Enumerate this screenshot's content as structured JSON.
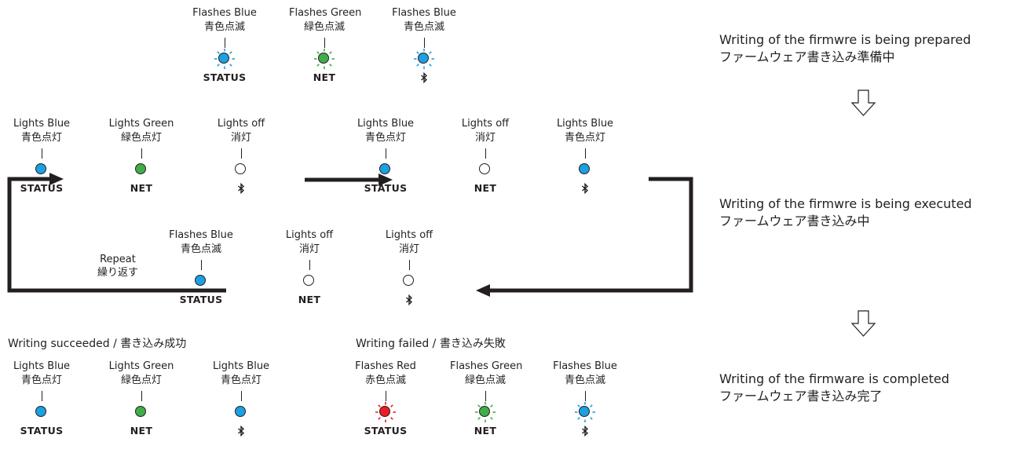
{
  "colors": {
    "blue": "#1ba0e2",
    "green": "#3fae49",
    "red": "#ed1c24",
    "off": "#ffffff",
    "ink": "#231f20"
  },
  "groups": {
    "prep": {
      "leds": [
        {
          "en": "Flashes Blue",
          "jp": "青色点滅",
          "label": "STATUS",
          "color": "blue",
          "flash": true
        },
        {
          "en": "Flashes Green",
          "jp": "緑色点滅",
          "label": "NET",
          "color": "green",
          "flash": true
        },
        {
          "en": "Flashes Blue",
          "jp": "青色点滅",
          "icon": "bluetooth-icon",
          "color": "blue",
          "flash": true
        }
      ]
    },
    "exec_a": {
      "leds": [
        {
          "en": "Lights Blue",
          "jp": "青色点灯",
          "label": "STATUS",
          "color": "blue"
        },
        {
          "en": "Lights Green",
          "jp": "緑色点灯",
          "label": "NET",
          "color": "green"
        },
        {
          "en": "Lights off",
          "jp": "消灯",
          "icon": "bluetooth-icon",
          "color": "off"
        }
      ]
    },
    "exec_b": {
      "leds": [
        {
          "en": "Lights Blue",
          "jp": "青色点灯",
          "label": "STATUS",
          "color": "blue"
        },
        {
          "en": "Lights off",
          "jp": "消灯",
          "label": "NET",
          "color": "off"
        },
        {
          "en": "Lights Blue",
          "jp": "青色点灯",
          "icon": "bluetooth-icon",
          "color": "blue"
        }
      ]
    },
    "exec_c": {
      "leds": [
        {
          "en": "Flashes Blue",
          "jp": "青色点滅",
          "label": "STATUS",
          "color": "blue"
        },
        {
          "en": "Lights off",
          "jp": "消灯",
          "label": "NET",
          "color": "off"
        },
        {
          "en": "Lights off",
          "jp": "消灯",
          "icon": "bluetooth-icon",
          "color": "off"
        }
      ]
    },
    "success": {
      "header": "Writing succeeded / 書き込み成功",
      "leds": [
        {
          "en": "Lights Blue",
          "jp": "青色点灯",
          "label": "STATUS",
          "color": "blue"
        },
        {
          "en": "Lights Green",
          "jp": "緑色点灯",
          "label": "NET",
          "color": "green"
        },
        {
          "en": "Lights Blue",
          "jp": "青色点灯",
          "icon": "bluetooth-icon",
          "color": "blue"
        }
      ]
    },
    "failure": {
      "header": "Writing failed / 書き込み失敗",
      "leds": [
        {
          "en": "Flashes Red",
          "jp": "赤色点滅",
          "label": "STATUS",
          "color": "red",
          "flash": true
        },
        {
          "en": "Flashes Green",
          "jp": "緑色点滅",
          "label": "NET",
          "color": "green",
          "flash": true
        },
        {
          "en": "Flashes Blue",
          "jp": "青色点滅",
          "icon": "bluetooth-icon",
          "color": "blue",
          "flash": true
        }
      ]
    }
  },
  "repeat": {
    "en": "Repeat",
    "jp": "繰り返す"
  },
  "states": [
    {
      "en": "Writing of the firmwre is being prepared",
      "jp": "ファームウェア書き込み準備中"
    },
    {
      "en": "Writing of the firmwre is being executed",
      "jp": "ファームウェア書き込み中"
    },
    {
      "en": "Writing of the firmware is completed",
      "jp": "ファームウェア書き込み完了"
    }
  ]
}
